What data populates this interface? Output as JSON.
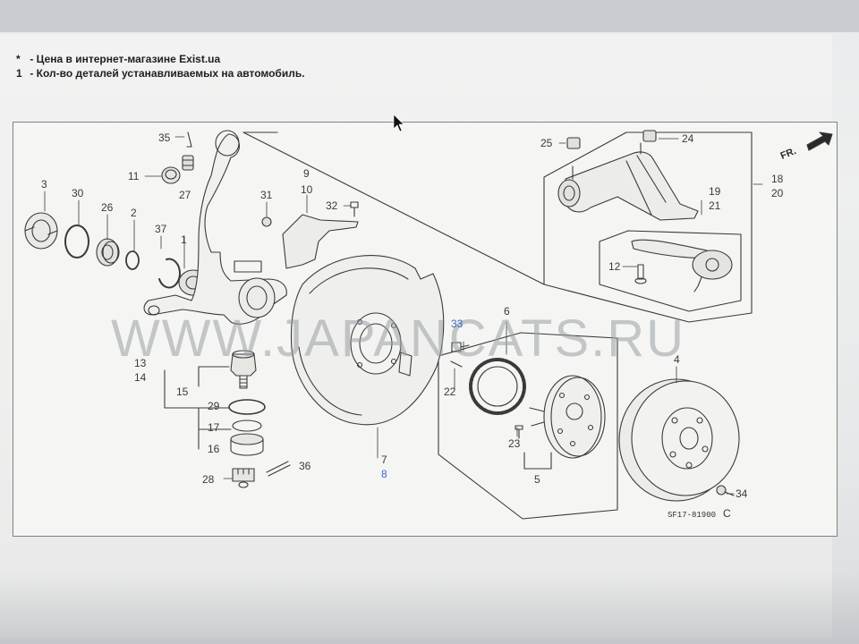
{
  "notes": [
    {
      "mark": "*",
      "text": " - Цена в интернет-магазине Exist.ua"
    },
    {
      "mark": "1",
      "text": " - Кол-во деталей устанавливаемых на автомобиль."
    }
  ],
  "diagram": {
    "watermark": "WWW.JAPANCATS.RU",
    "direction_label": "FR.",
    "drawing_code": "SF17-81900",
    "drawing_code_suffix": "C",
    "callouts": {
      "c3": "3",
      "c30": "30",
      "c26": "26",
      "c2": "2",
      "c37": "37",
      "c1": "1",
      "c11": "11",
      "c27": "27",
      "c35": "35",
      "c9": "9",
      "c10": "10",
      "c31": "31",
      "c32": "32",
      "c13": "13",
      "c14": "14",
      "c15": "15",
      "c29": "29",
      "c17": "17",
      "c16": "16",
      "c28": "28",
      "c36": "36",
      "c7": "7",
      "c8": "8",
      "c33": "33",
      "c22": "22",
      "c6": "6",
      "c23": "23",
      "c5": "5",
      "c4": "4",
      "c34": "34",
      "c25": "25",
      "c24": "24",
      "c18": "18",
      "c20": "20",
      "c19": "19",
      "c21": "21",
      "c12": "12"
    }
  },
  "colors": {
    "page_background": "#efefee",
    "line_art": "#3a3a3a",
    "selected_label": "#3b6cc4",
    "watermark": "#9aa0a4"
  },
  "icons": {
    "cursor": "mouse-pointer-icon",
    "direction": "front-arrow-icon"
  }
}
